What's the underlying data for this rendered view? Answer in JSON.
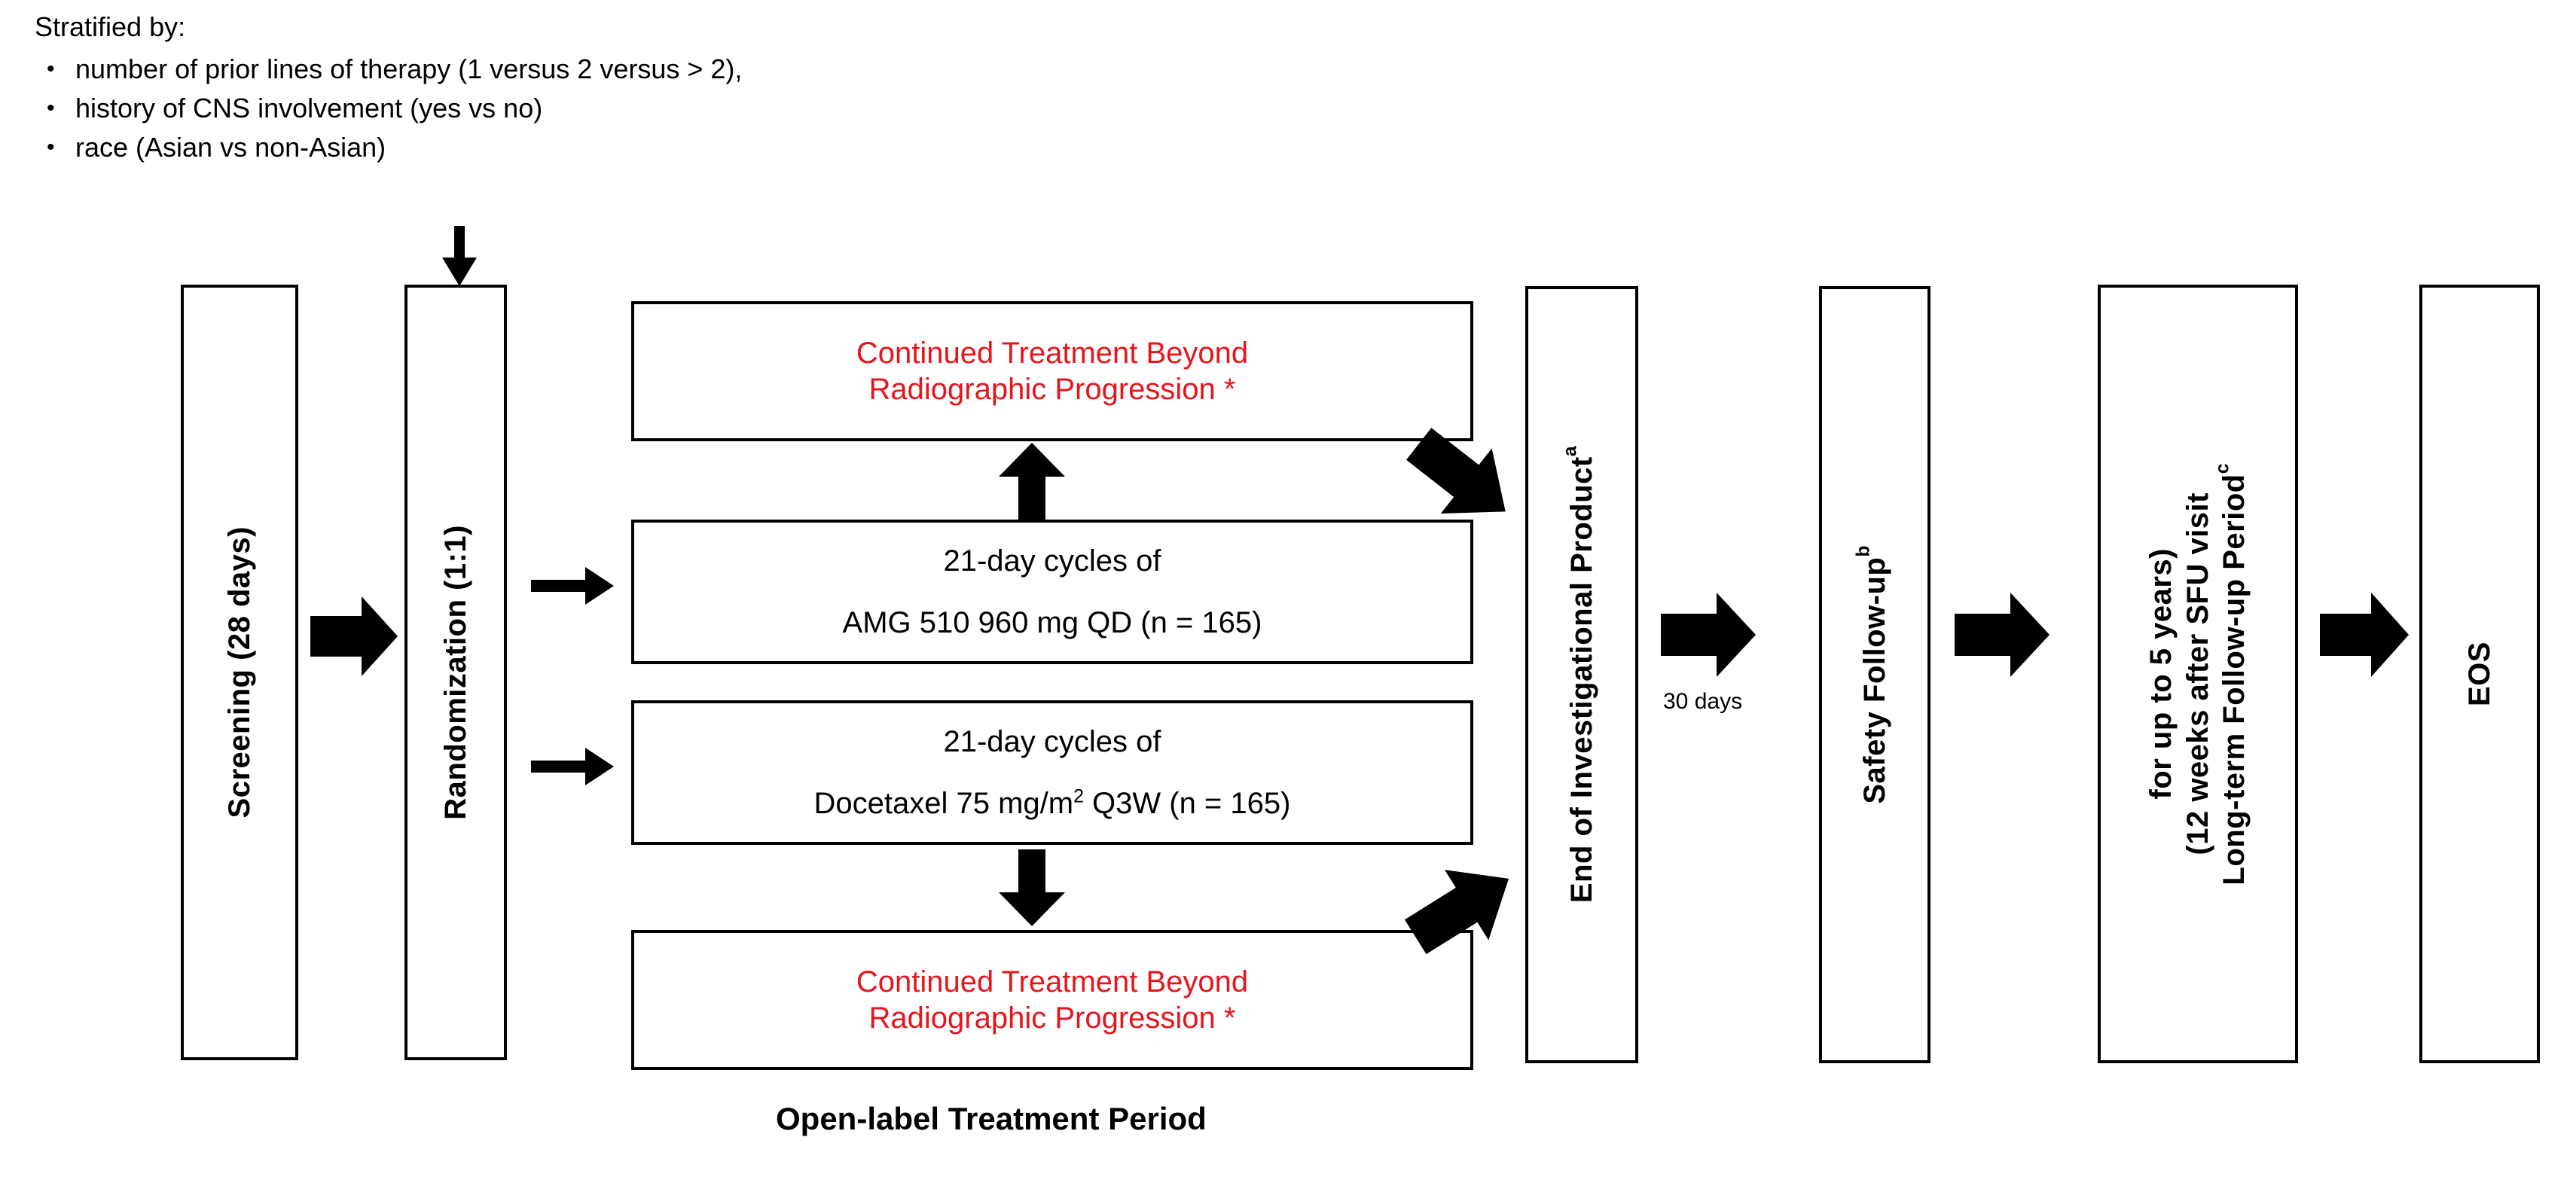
{
  "stratification": {
    "lead": "Stratified by:",
    "bullet_glyph": "•",
    "items": [
      "number of prior lines of therapy (1 versus 2 versus > 2),",
      "history of CNS involvement (yes vs no)",
      "race (Asian vs non-Asian)"
    ]
  },
  "colors": {
    "red_text": "#e8141c",
    "box_border": "#000000",
    "background": "#ffffff",
    "arrow_fill": "#000000"
  },
  "boxes": {
    "screening": {
      "label": "Screening (28 days)"
    },
    "randomization": {
      "label": "Randomization (1:1)"
    },
    "ctbrp_top": {
      "line1": "Continued Treatment Beyond",
      "line2": "Radiographic Progression *"
    },
    "arm_amg": {
      "line1": "21-day cycles of",
      "line2": "AMG 510 960 mg QD (n = 165)"
    },
    "arm_docetaxel": {
      "line1": "21-day cycles of",
      "line2_pre": "Docetaxel 75 mg/m",
      "line2_sup": "2",
      "line2_post": " Q3W (n = 165)"
    },
    "ctbrp_bottom": {
      "line1": "Continued Treatment Beyond",
      "line2": "Radiographic Progression *"
    },
    "end_of_ip": {
      "label": "End of Investigational Product",
      "footnote": "a"
    },
    "safety_followup": {
      "label": "Safety Follow-up",
      "footnote": "b"
    },
    "long_term_followup": {
      "line1": "Long-term Follow-up Period",
      "line1_footnote": "c",
      "line2": "(12 weeks after SFU visit",
      "line3": "for up to 5 years)"
    },
    "eos": {
      "label": "EOS"
    }
  },
  "annotations": {
    "thirty_days": "30 days",
    "caption": "Open-label Treatment Period"
  }
}
